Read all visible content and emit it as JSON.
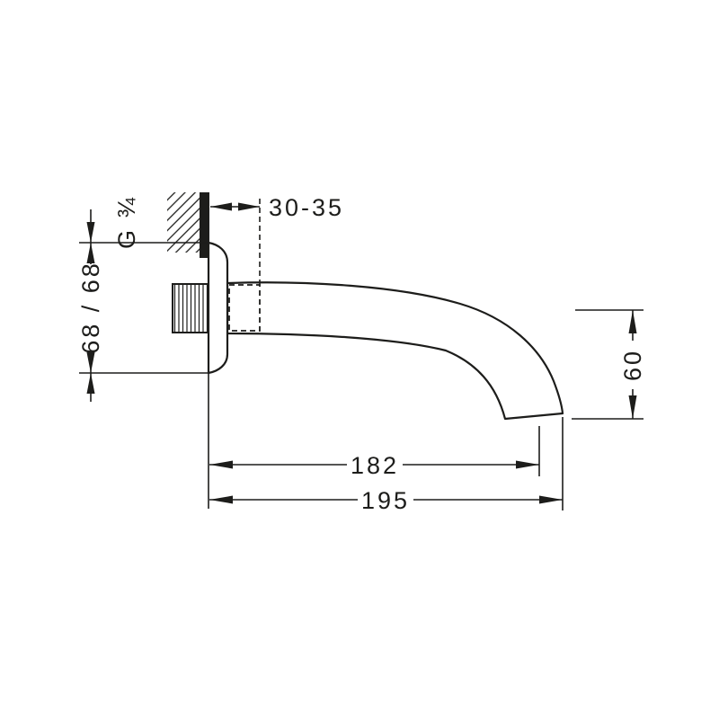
{
  "diagram": {
    "type": "technical-dimension-drawing",
    "colors": {
      "line": "#1d1d1b",
      "background": "#ffffff"
    },
    "labels": {
      "wall_offset": "30-35",
      "thread": "G ¾",
      "flange_height": "68 / 68",
      "spout_drop": "60",
      "reach_inner": "182",
      "reach_total": "195"
    }
  }
}
